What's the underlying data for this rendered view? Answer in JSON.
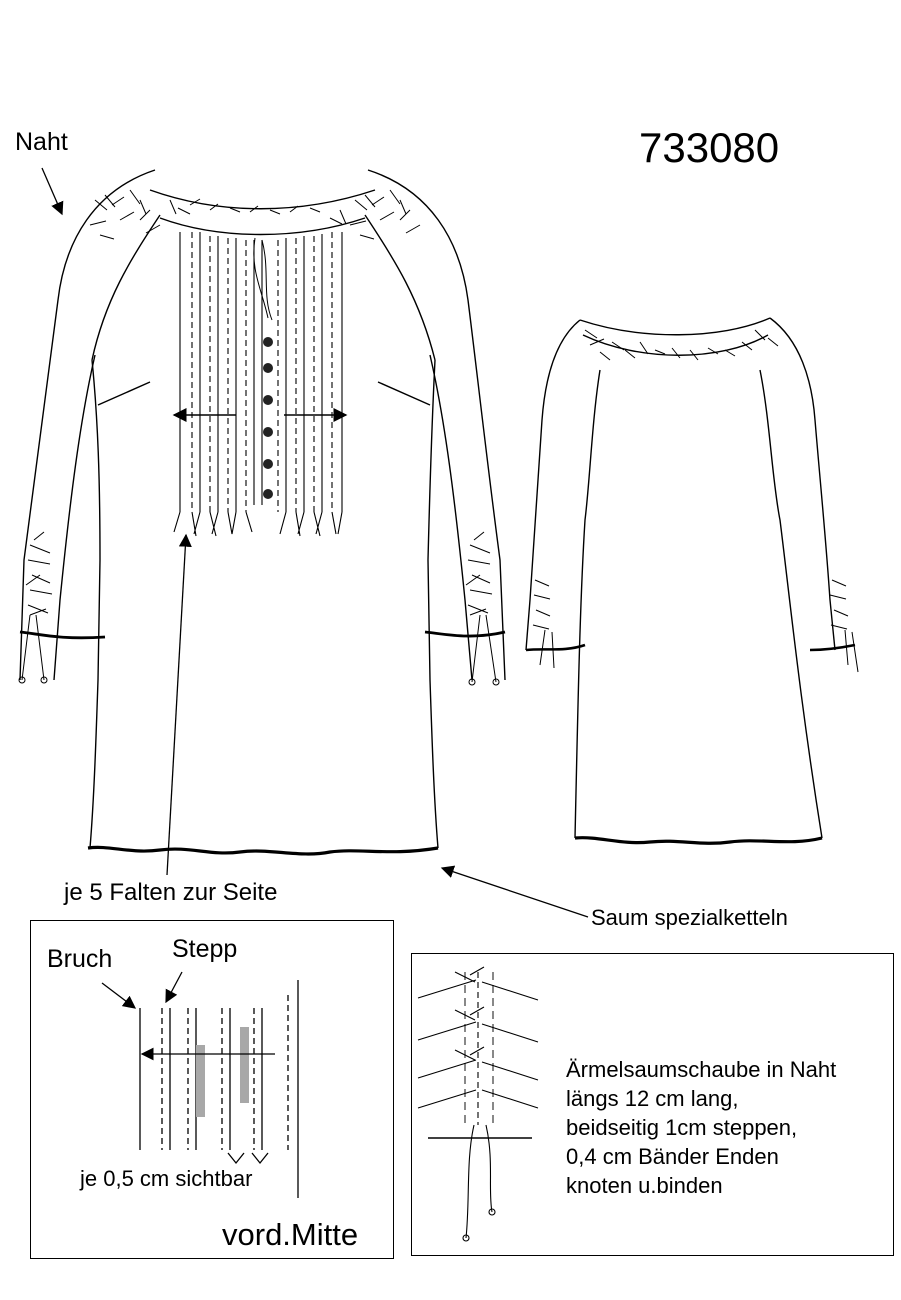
{
  "style_number": "733080",
  "labels": {
    "seam": "Naht",
    "pleats": "je 5 Falten zur Seite",
    "hem": "Saum spezialketteln"
  },
  "detail_pleats": {
    "fold": "Bruch",
    "stitch": "Stepp",
    "visible": "je 0,5 cm sichtbar",
    "center_front": "vord.Mitte"
  },
  "detail_sleeve": {
    "lines": [
      "Ärmelsaumschaube in Naht",
      "längs 12 cm lang,",
      "beidseitig 1cm steppen,",
      "0,4 cm Bänder Enden",
      "knoten u.binden"
    ]
  },
  "colors": {
    "line": "#000000",
    "shade": "#a8a8a8"
  }
}
